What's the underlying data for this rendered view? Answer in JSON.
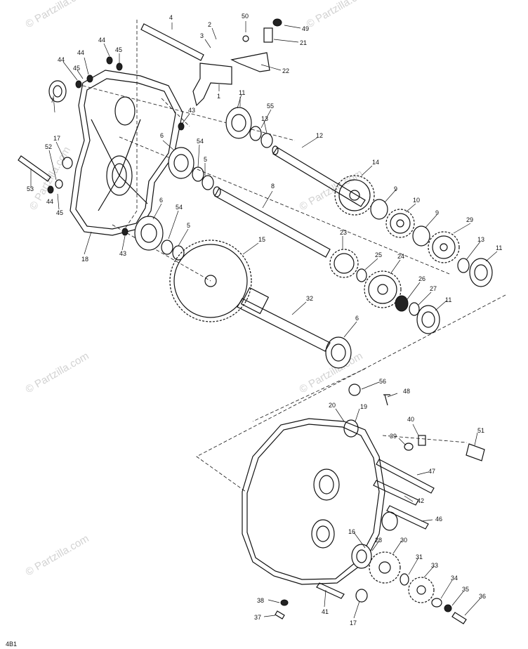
{
  "watermark": "© Partzilla.com",
  "footer_mark": "4B1",
  "labels": {
    "l1": "1",
    "l2": "2",
    "l3": "3",
    "l4": "4",
    "l5a": "5",
    "l5b": "5",
    "l6a": "6",
    "l6b": "6",
    "l6c": "6",
    "l7": "7",
    "l8": "8",
    "l9a": "9",
    "l9b": "9",
    "l10": "10",
    "l11a": "11",
    "l11b": "11",
    "l11c": "11",
    "l12": "12",
    "l13a": "13",
    "l13b": "13",
    "l14": "14",
    "l15": "15",
    "l16": "16",
    "l17a": "17",
    "l17b": "17",
    "l18": "18",
    "l19": "19",
    "l20": "20",
    "l21": "21",
    "l22": "22",
    "l23": "23",
    "l24": "24",
    "l25": "25",
    "l26": "26",
    "l27": "27",
    "l28": "28",
    "l29": "29",
    "l30": "30",
    "l31": "31",
    "l32": "32",
    "l33": "33",
    "l34": "34",
    "l35": "35",
    "l36": "36",
    "l37": "37",
    "l38": "38",
    "l39": "39",
    "l40": "40",
    "l41": "41",
    "l42": "42",
    "l43a": "43",
    "l43b": "43",
    "l44a": "44",
    "l44b": "44",
    "l44c": "44",
    "l44d": "44",
    "l45a": "45",
    "l45b": "45",
    "l45c": "45",
    "l46": "46",
    "l47": "47",
    "l48": "48",
    "l49": "49",
    "l50": "50",
    "l51": "51",
    "l52": "52",
    "l53": "53",
    "l54a": "54",
    "l54b": "54",
    "l55": "55",
    "l56": "56"
  }
}
